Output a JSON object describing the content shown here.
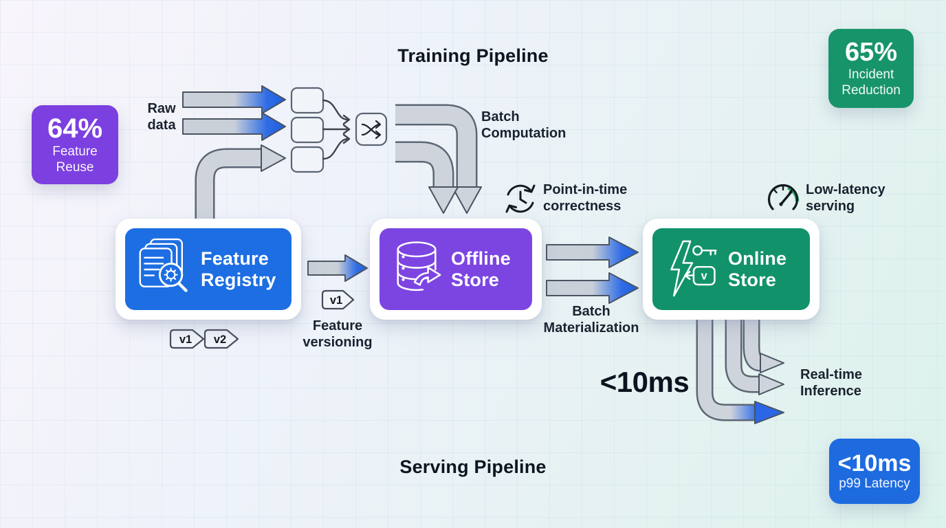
{
  "titles": {
    "training": "Training Pipeline",
    "serving": "Serving Pipeline"
  },
  "badges": {
    "feature_reuse": {
      "value": "64%",
      "line1": "Feature",
      "line2": "Reuse",
      "color": "#7c3fe0"
    },
    "incident_reduction": {
      "value": "65%",
      "line1": "Incident",
      "line2": "Reduction",
      "color": "#17946a"
    },
    "p99_latency": {
      "value": "<10ms",
      "line1": "p99 Latency",
      "color": "#1e6be0"
    }
  },
  "nodes": {
    "feature_registry": {
      "line1": "Feature",
      "line2": "Registry",
      "color": "#1d6ee3"
    },
    "offline_store": {
      "line1": "Offline",
      "line2": "Store",
      "color": "#7c45e2"
    },
    "online_store": {
      "line1": "Online",
      "line2": "Store",
      "color": "#11926a",
      "icon_v": "v"
    }
  },
  "labels": {
    "raw_data": {
      "line1": "Raw",
      "line2": "data"
    },
    "batch_computation": {
      "line1": "Batch",
      "line2": "Computation"
    },
    "point_in_time": {
      "line1": "Point-in-time",
      "line2": "correctness"
    },
    "feature_versioning": {
      "line1": "Feature",
      "line2": "versioning"
    },
    "batch_materialization": {
      "line1": "Batch",
      "line2": "Materialization"
    },
    "low_latency": {
      "line1": "Low-latency",
      "line2": "serving"
    },
    "realtime_inference": {
      "line1": "Real-time",
      "line2": "Inference"
    },
    "latency_callout": "<10ms"
  },
  "tags": {
    "registry_v1": "v1",
    "registry_v2": "v2",
    "versioning_v1": "v1"
  },
  "icons": {
    "shuffle": "shuffle-icon",
    "history": "history-clock-icon",
    "gauge": "speedometer-icon",
    "registry": "documents-gear-magnifier-icon",
    "offline": "database-export-icon",
    "online": "bolt-key-version-icon"
  }
}
